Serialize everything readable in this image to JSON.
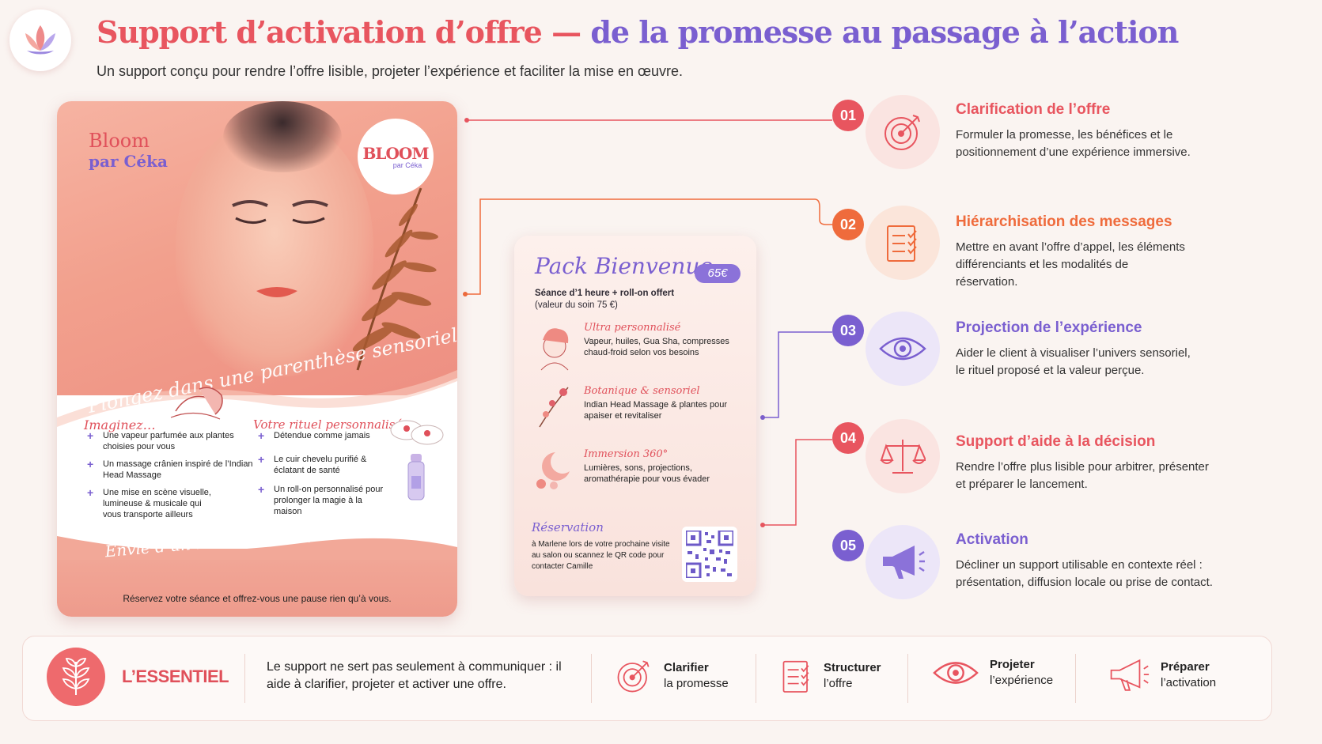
{
  "header": {
    "title_part1": "Support d’activation d’offre —",
    "title_part2": "de la promesse au passage à l’action",
    "subtitle": "Un support conçu pour rendre l’offre lisible, projeter l’expérience et faciliter la mise en œuvre."
  },
  "poster": {
    "brand_name": "Bloom",
    "brand_by": "par Céka",
    "badge_logo": "BLOOM",
    "badge_sub": "par Céka",
    "tagline": "Plongez dans une parenthèse sensorielle",
    "imagine_title": "Imaginez…",
    "imagine_items": [
      "Une vapeur parfumée aux plantes choisies pour vous",
      "Un massage crânien inspiré de l’Indian Head Massage",
      "Une mise en scène visuelle, lumineuse & musicale qui vous transporte ailleurs"
    ],
    "rituel_title": "Votre rituel personnalisé",
    "rituel_items": [
      "Détendue comme jamais",
      "Le cuir chevelu purifié & éclatant de santé",
      "Un roll-on personnalisé pour prolonger la magie à la maison"
    ],
    "envie": "Envie d’un rituel immersif & apaisant ?",
    "reserve": "Réservez votre séance et offrez-vous une pause rien qu’à vous."
  },
  "pack": {
    "title": "Pack Bienvenue",
    "price": "65€",
    "desc_bold": "Séance d’1 heure + roll-on offert",
    "desc_rest": "(valeur du soin 75 €)",
    "sections": [
      {
        "heading": "Ultra personnalisé",
        "text": "Vapeur, huiles, Gua Sha, compresses chaud-froid selon vos besoins"
      },
      {
        "heading": "Botanique & sensoriel",
        "text": "Indian Head Massage & plantes pour apaiser et revitaliser"
      },
      {
        "heading": "Immersion 360°",
        "text": "Lumières, sons, projections, aromathérapie pour vous évader"
      }
    ],
    "resa_title": "Réservation",
    "resa_text": "à Marlene lors de votre prochaine visite au salon ou scannez le QR code pour contacter Camille"
  },
  "steps": [
    {
      "num": "01",
      "title": "Clarification de l’offre",
      "desc": "Formuler la promesse, les bénéfices et le positionnement d’une expérience immersive.",
      "color": "#e8555f",
      "icon": "target-icon"
    },
    {
      "num": "02",
      "title": "Hiérarchisation des messages",
      "desc": "Mettre en avant l’offre d’appel, les éléments différenciants et les modalités de réservation.",
      "color": "#ef6b3c",
      "icon": "checklist-icon"
    },
    {
      "num": "03",
      "title": "Projection de l’expérience",
      "desc": "Aider le client à visualiser l’univers sensoriel, le rituel proposé et la valeur perçue.",
      "color": "#7a5fd0",
      "icon": "eye-icon"
    },
    {
      "num": "04",
      "title": "Support d’aide à la décision",
      "desc": "Rendre l’offre plus lisible pour arbitrer, présenter et préparer le lancement.",
      "color": "#e8555f",
      "icon": "scale-icon"
    },
    {
      "num": "05",
      "title": "Activation",
      "desc": "Décliner un support utilisable en contexte réel : présentation, diffusion locale ou prise de contact.",
      "color": "#7a5fd0",
      "icon": "megaphone-icon"
    }
  ],
  "essentiel": {
    "label": "L’ESSENTIEL",
    "text": "Le support ne sert pas seulement à communiquer : il aide à clarifier, projeter et activer une offre.",
    "items": [
      {
        "bold": "Clarifier",
        "rest": "la promesse",
        "icon": "target-icon"
      },
      {
        "bold": "Structurer",
        "rest": "l’offre",
        "icon": "checklist-icon"
      },
      {
        "bold": "Projeter",
        "rest": "l’expérience",
        "icon": "eye-icon"
      },
      {
        "bold": "Préparer",
        "rest": "l’activation",
        "icon": "megaphone-icon"
      }
    ]
  }
}
